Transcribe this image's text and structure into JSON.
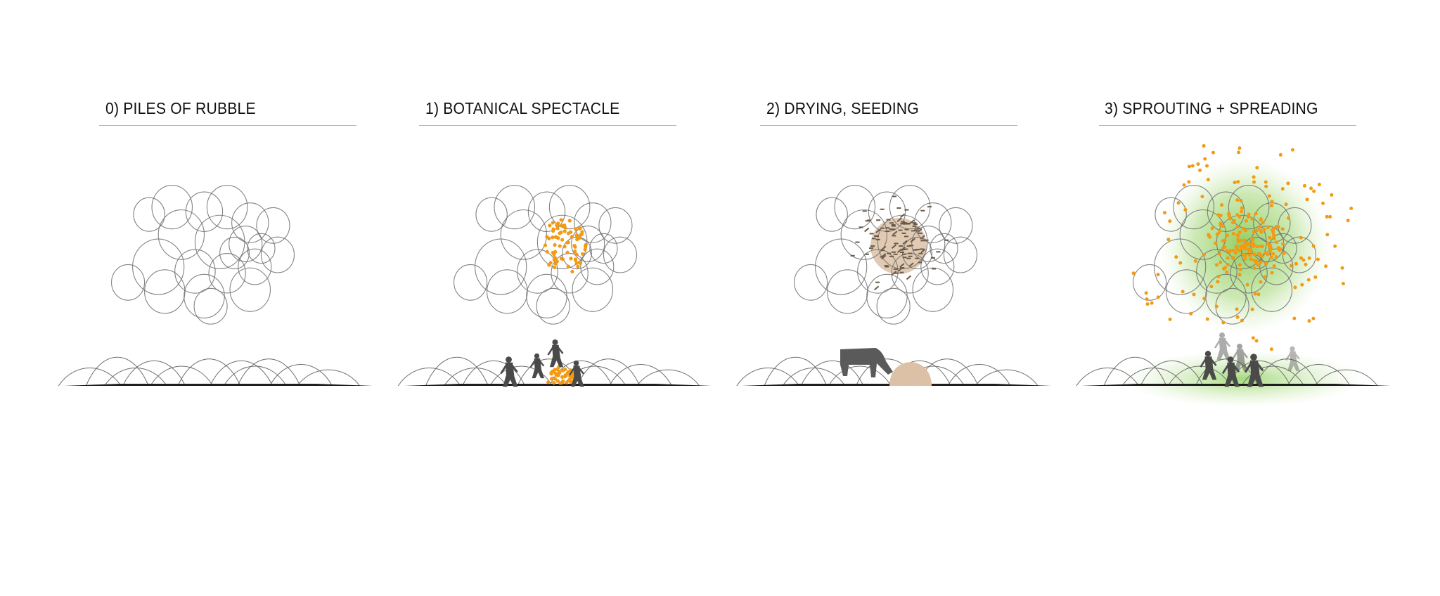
{
  "panels": [
    {
      "title": "0) PILES OF RUBBLE",
      "stage": "rubble"
    },
    {
      "title": "1) BOTANICAL SPECTACLE",
      "stage": "bloom"
    },
    {
      "title": "2) DRYING, SEEDING",
      "stage": "drying"
    },
    {
      "title": "3) SPROUTING + SPREADING",
      "stage": "sprouting"
    }
  ],
  "colors": {
    "outline": "#6e6e6e",
    "ground": "#1e1e1e",
    "seed_orange": "#f39a12",
    "dry_tan": "#dcc1a6",
    "seed_dash": "#6b5a48",
    "sprout_green": "#8fcf5c",
    "figure": "#4a4a4a"
  }
}
